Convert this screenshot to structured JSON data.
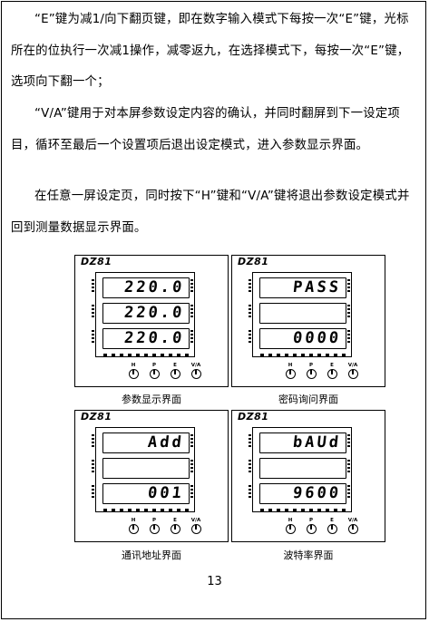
{
  "page": {
    "paragraphs": [
      "“E”键为减1/向下翻页键，即在数字输入模式下每按一次“E”键，光标所在的位执行一次减1操作，减零返九，在选择模式下，每按一次“E”键，选项向下翻一个；",
      "“V/A”键用于对本屏参数设定内容的确认，并同时翻屏到下一设定项目，循环至最后一个设置项后退出设定模式，进入参数显示界面。",
      "在任意一屏设定页，同时按下“H”键和“V/A”键将退出参数设定模式并回到测量数据显示界面。"
    ],
    "page_number": "13"
  },
  "panels": [
    {
      "brand": "DZ81",
      "rows": [
        "220.0",
        "220.0",
        "220.0"
      ],
      "keys": [
        "H",
        "P",
        "E",
        "V/A"
      ],
      "caption": "参数显示界面"
    },
    {
      "brand": "DZ81",
      "rows": [
        "PASS",
        "",
        "0000"
      ],
      "keys": [
        "H",
        "P",
        "E",
        "V/A"
      ],
      "caption": "密码询问界面"
    },
    {
      "brand": "DZ81",
      "rows": [
        "Add",
        "",
        "001"
      ],
      "keys": [
        "H",
        "P",
        "E",
        "V/A"
      ],
      "caption": "通讯地址界面"
    },
    {
      "brand": "DZ81",
      "rows": [
        "bAUd",
        "",
        "9600"
      ],
      "keys": [
        "H",
        "P",
        "E",
        "V/A"
      ],
      "caption": "波特率界面"
    }
  ]
}
